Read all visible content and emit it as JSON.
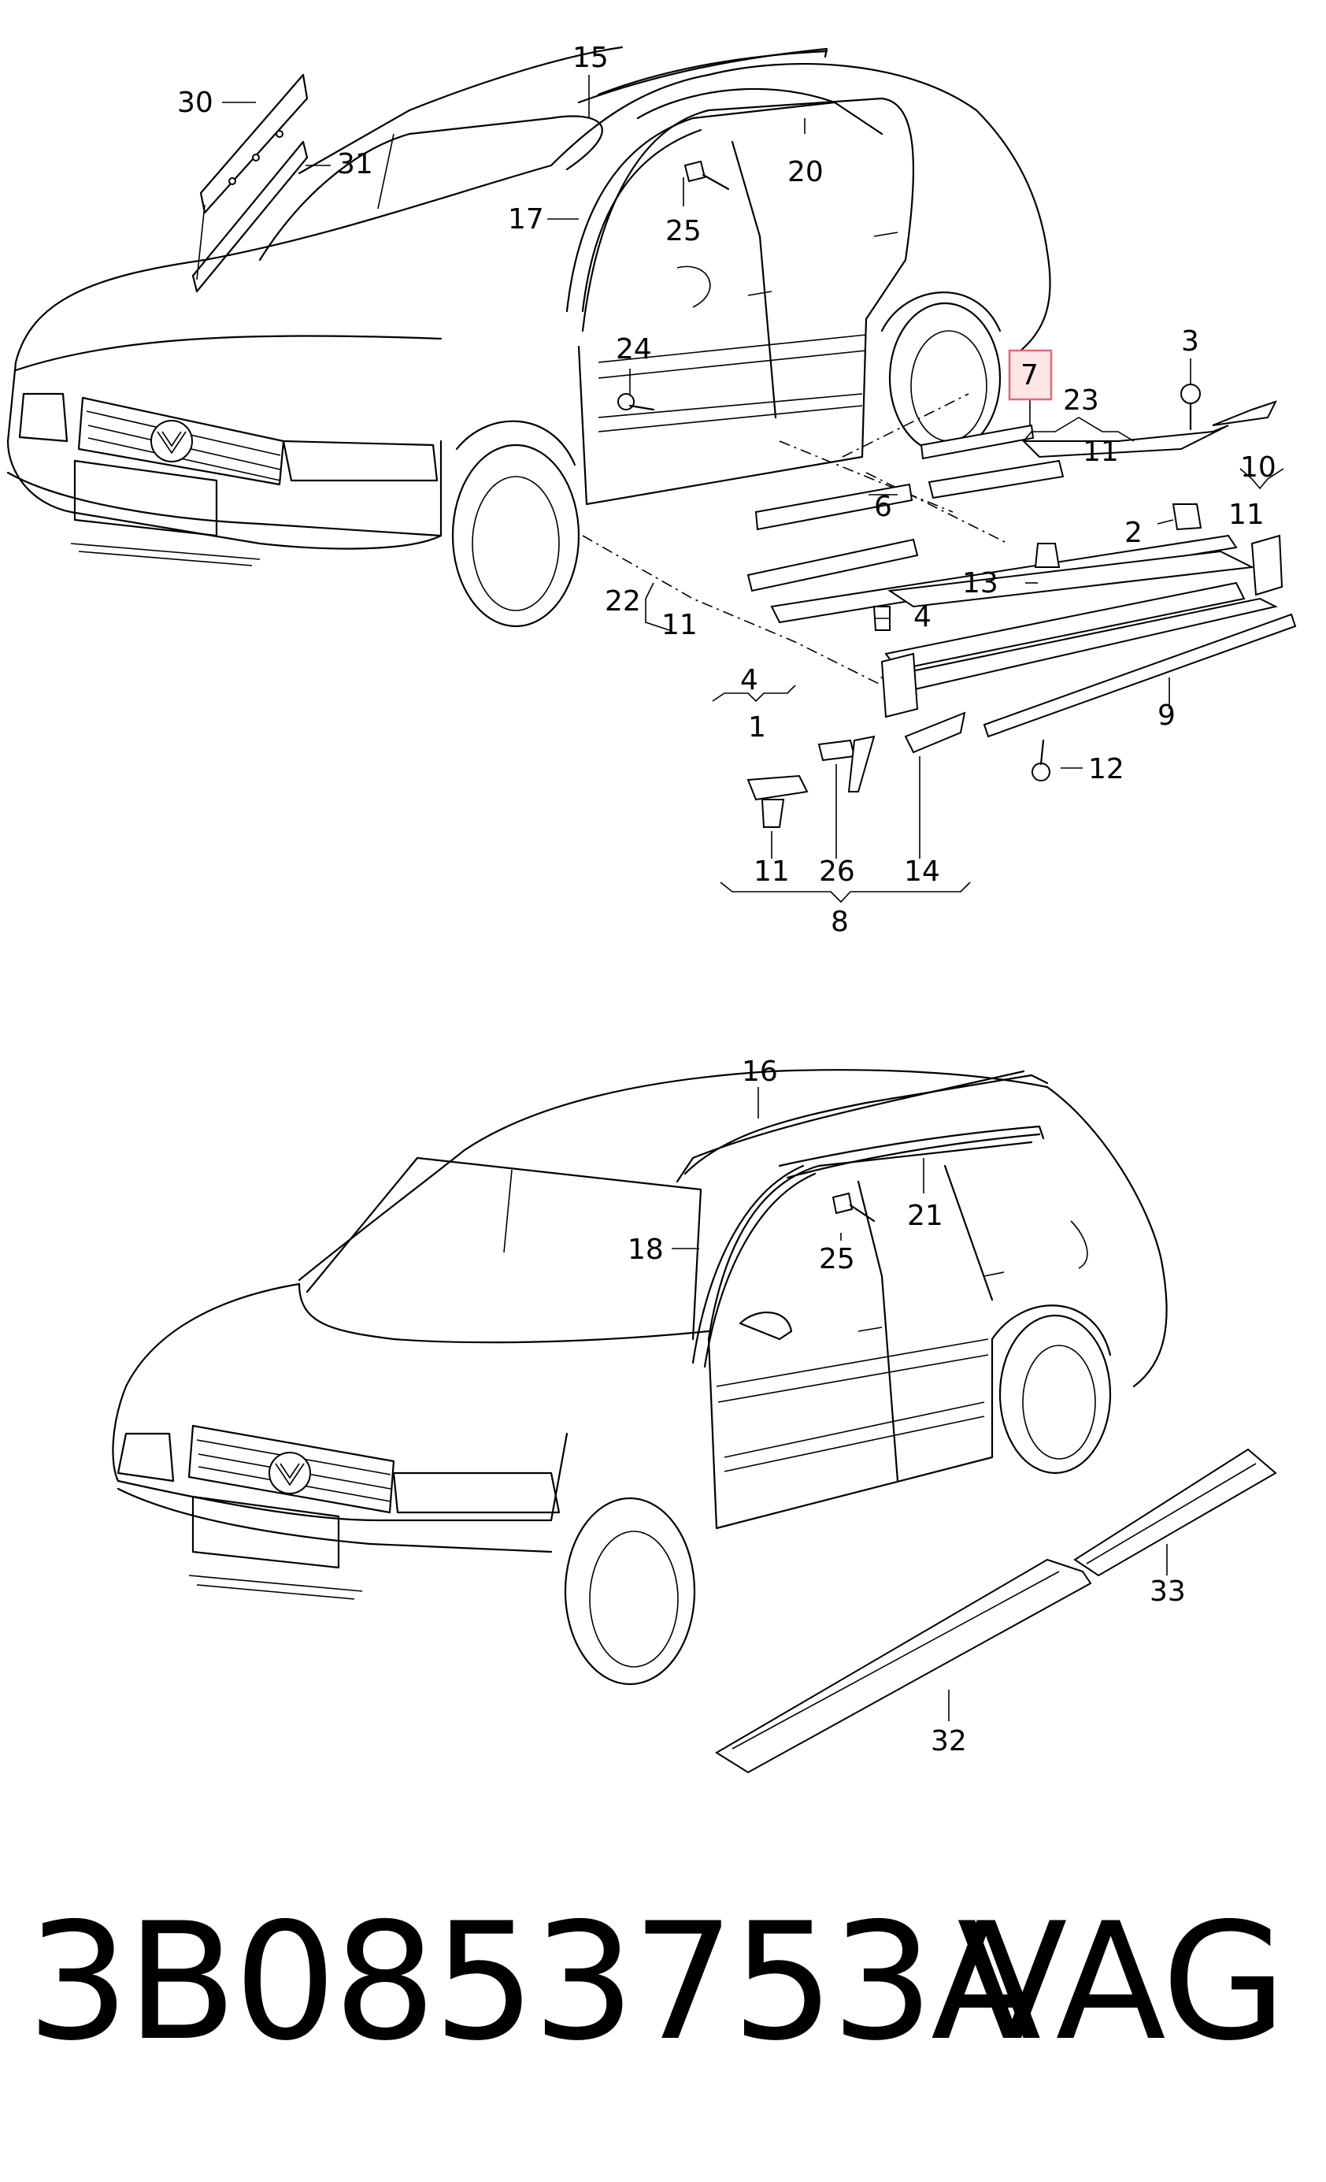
{
  "diagram": {
    "sedan": {
      "callouts": {
        "c1": "1",
        "c2": "2",
        "c3": "3",
        "c4a": "4",
        "c4b": "4",
        "c6": "6",
        "c7": "7",
        "c8": "8",
        "c9": "9",
        "c10": "10",
        "c11a": "11",
        "c11b": "11",
        "c11c": "11",
        "c11d": "11",
        "c12": "12",
        "c13": "13",
        "c14": "14",
        "c15": "15",
        "c17": "17",
        "c20": "20",
        "c22": "22",
        "c23": "23",
        "c24": "24",
        "c25": "25",
        "c26": "26",
        "c30": "30",
        "c31": "31"
      },
      "highlighted_callout": "7",
      "highlight_color": "#e06a78"
    },
    "wagon": {
      "callouts": {
        "c16": "16",
        "c18": "18",
        "c21": "21",
        "c25": "25",
        "c32": "32",
        "c33": "33"
      }
    }
  },
  "footer": {
    "part_number": "3B0853753A",
    "brand": "VAG"
  }
}
